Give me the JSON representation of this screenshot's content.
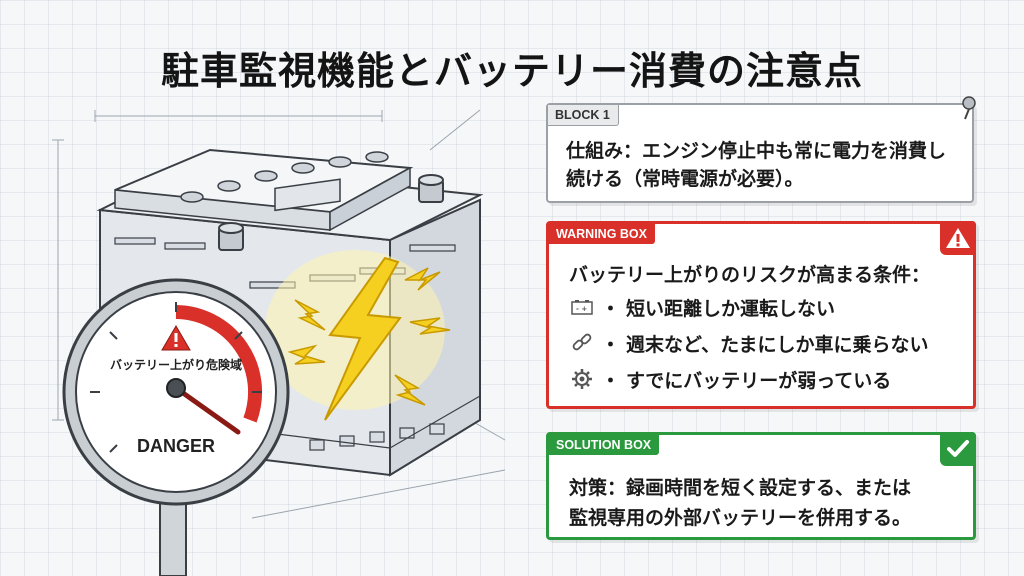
{
  "title": "駐車監視機能とバッテリー消費の注意点",
  "block1": {
    "tag": "BLOCK 1",
    "text": "仕組み：エンジン停止中も常に電力を消費し続ける（常時電源が必要）。"
  },
  "warning": {
    "tag": "WARNING BOX",
    "heading": "バッテリー上がりのリスクが高まる条件：",
    "items": [
      {
        "icon": "battery-icon",
        "text": "短い距離しか運転しない"
      },
      {
        "icon": "chain-link-icon",
        "text": "週末など、たまにしか車に乗らない"
      },
      {
        "icon": "gear-icon",
        "text": "すでにバッテリーが弱っている"
      }
    ],
    "bullet": "・",
    "corner_icon": "warning-triangle-icon",
    "color": "#d9302a"
  },
  "solution": {
    "tag": "SOLUTION BOX",
    "text_line1": "対策：録画時間を短く設定する、または",
    "text_line2": "監視専用の外部バッテリーを併用する。",
    "corner_icon": "checkmark-icon",
    "color": "#2b9a3e"
  },
  "gauge": {
    "label": "バッテリー上がり危険域",
    "danger": "DANGER"
  }
}
